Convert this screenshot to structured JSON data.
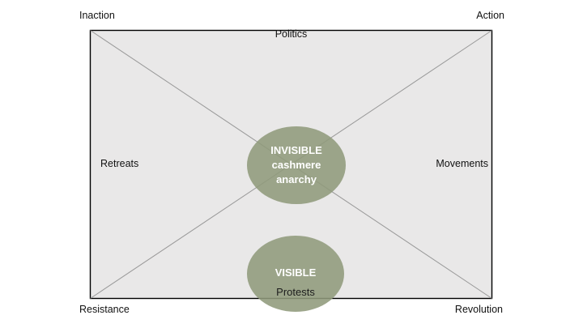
{
  "diagram": {
    "type": "quadrant-matrix",
    "corners": {
      "top_left": "Inaction",
      "top_right": "Action",
      "bottom_left": "Resistance",
      "bottom_right": "Revolution"
    },
    "edges": {
      "top": "Politics",
      "left": "Retreats",
      "right": "Movements"
    },
    "invisible_ellipse": {
      "line1": "INVISIBLE",
      "line2": "cashmere",
      "line3": "anarchy"
    },
    "visible_ellipse": {
      "title": "VISIBLE",
      "subtitle": "Protests"
    }
  },
  "colors": {
    "canvas_bg": "#ffffff",
    "rect_fill": "#e9e8e8",
    "rect_border": "#000000",
    "diagonal_line": "#999999",
    "ellipse_fill": "#8f9a7b",
    "ellipse_title_text": "#ffffff",
    "label_text": "#111111",
    "subtitle_text": "#1d1d1d"
  }
}
